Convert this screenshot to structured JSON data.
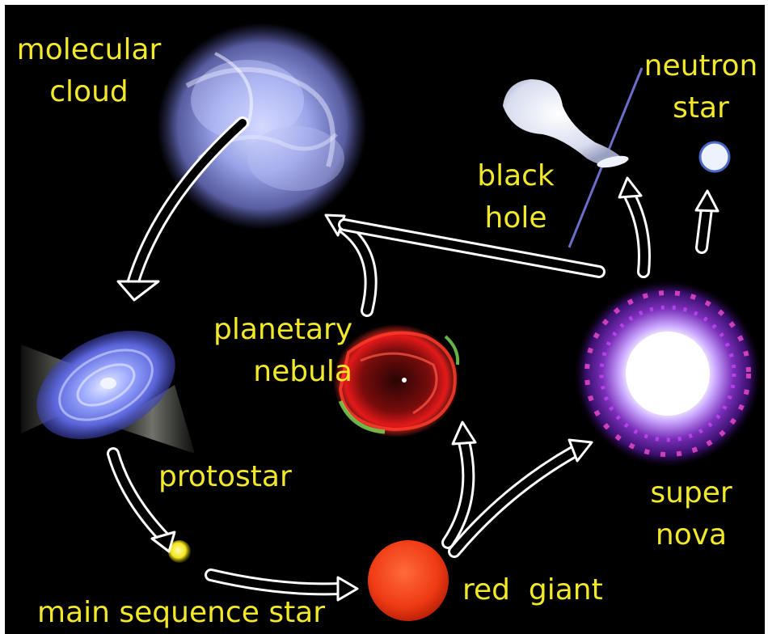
{
  "colors": {
    "background": "#000000",
    "label": "#f2e82a",
    "arrow_outline": "#ffffff"
  },
  "labels": {
    "molecular_cloud": [
      "molecular",
      "cloud"
    ],
    "neutron_star": [
      "neutron",
      "star"
    ],
    "black_hole": [
      "black",
      "hole"
    ],
    "planetary_nebula": [
      "planetary",
      "nebula"
    ],
    "protostar": "protostar",
    "supernova": [
      "super",
      "nova"
    ],
    "main_sequence_star": "main sequence star",
    "red_giant": "red  giant"
  },
  "icons": [
    "molecular-cloud-icon",
    "protostar-disk-icon",
    "main-sequence-star-icon",
    "red-giant-icon",
    "planetary-nebula-icon",
    "supernova-icon",
    "black-hole-icon",
    "neutron-star-icon"
  ]
}
